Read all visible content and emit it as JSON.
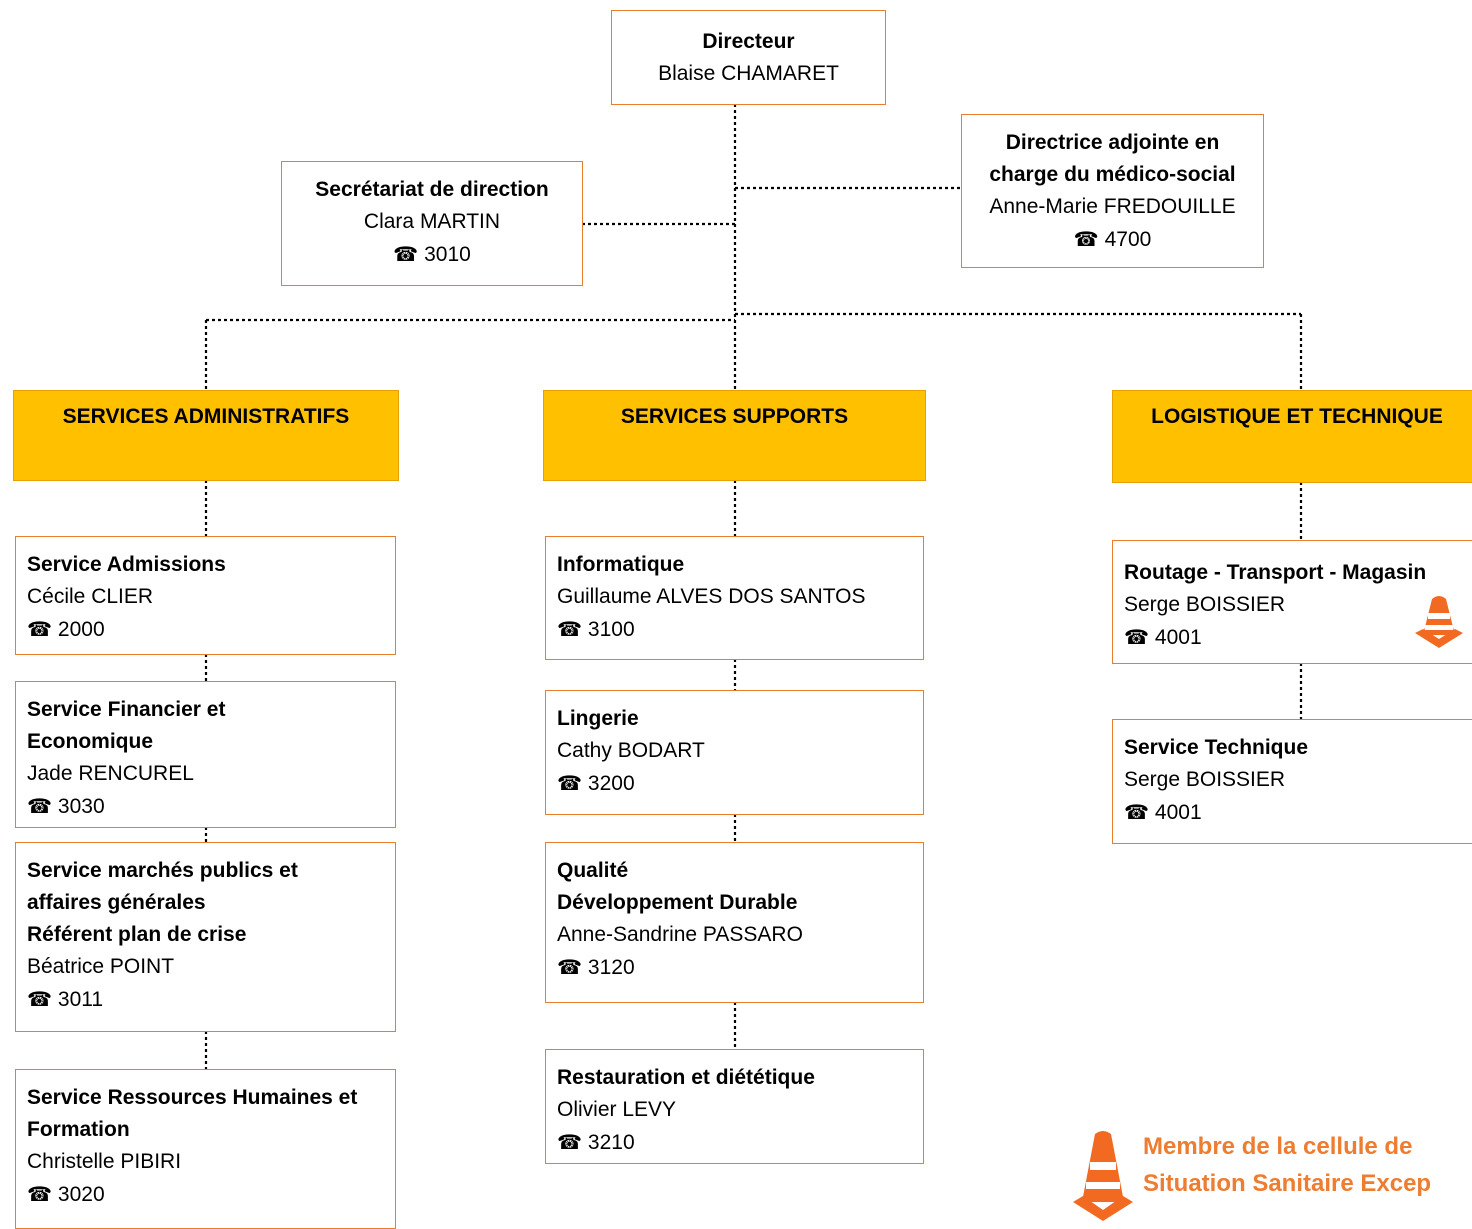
{
  "director": {
    "title": "Directeur",
    "name": "Blaise CHAMARET"
  },
  "secretariat": {
    "title": "Secrétariat de direction",
    "name": "Clara MARTIN",
    "tel": "3010"
  },
  "deputy": {
    "title_line1": "Directrice adjointe en",
    "title_line2": "charge du médico-social",
    "name": "Anne-Marie FREDOUILLE",
    "tel": "4700"
  },
  "categories": {
    "admin": "SERVICES ADMINISTRATIFS",
    "supports": "SERVICES SUPPORTS",
    "logistics": "LOGISTIQUE ET TECHNIQUE"
  },
  "admin_services": [
    {
      "title": [
        "Service Admissions"
      ],
      "name": "Cécile CLIER",
      "tel": "2000"
    },
    {
      "title": [
        "Service Financier et",
        "Economique"
      ],
      "name": "Jade RENCUREL",
      "tel": "3030"
    },
    {
      "title": [
        "Service marchés publics et",
        "affaires générales",
        "Référent plan de crise"
      ],
      "name": "Béatrice POINT",
      "tel": "3011"
    },
    {
      "title": [
        "Service Ressources Humaines et",
        "Formation"
      ],
      "name": "Christelle PIBIRI",
      "tel": "3020"
    }
  ],
  "support_services": [
    {
      "title": [
        "Informatique"
      ],
      "name": "Guillaume ALVES DOS SANTOS",
      "tel": "3100"
    },
    {
      "title": [
        "Lingerie"
      ],
      "name": "Cathy BODART",
      "tel": "3200"
    },
    {
      "title": [
        "Qualité",
        "Développement Durable"
      ],
      "name": "Anne-Sandrine PASSARO",
      "tel": "3120"
    },
    {
      "title": [
        "Restauration et diététique"
      ],
      "name": "Olivier LEVY",
      "tel": "3210"
    }
  ],
  "logistics_services": [
    {
      "title": [
        "Routage - Transport - Magasin"
      ],
      "name": "Serge BOISSIER",
      "tel": "4001",
      "crisis_member": true
    },
    {
      "title": [
        "Service Technique"
      ],
      "name": "Serge BOISSIER",
      "tel": "4001"
    }
  ],
  "phone_icon": "telephone-icon",
  "legend": {
    "icon": "traffic-cone-icon",
    "line1": "Membre de la cellule de",
    "line2": "Situation Sanitaire Excep"
  },
  "colors": {
    "border": "#E97C2D",
    "category_fill": "#FFC000",
    "legend_text": "#ED7D31",
    "cone": "#F26A21"
  }
}
